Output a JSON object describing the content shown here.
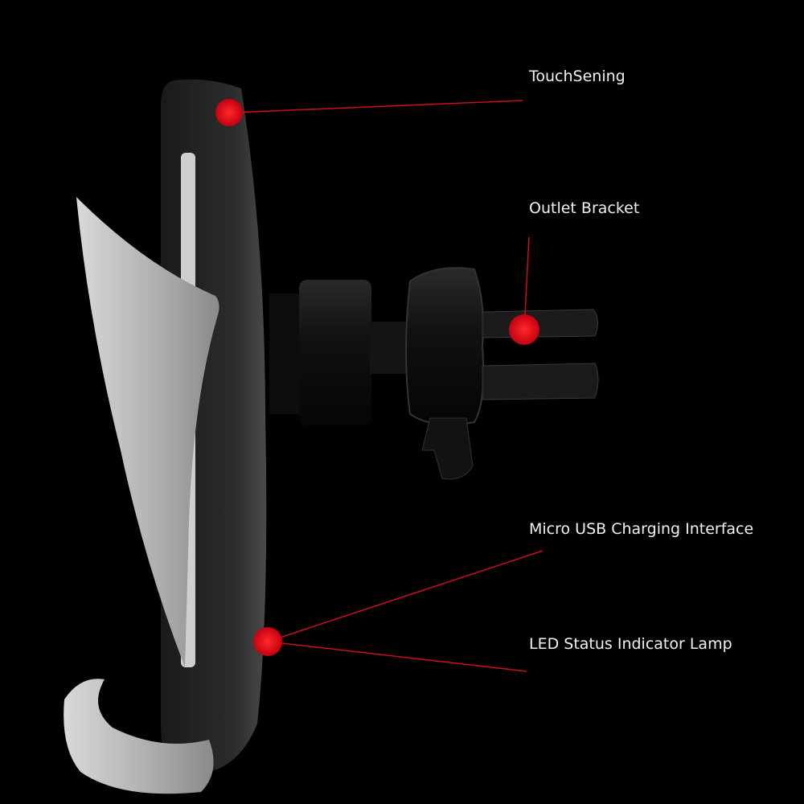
{
  "callouts": [
    {
      "id": "touch-sensing",
      "label": "TouchSening"
    },
    {
      "id": "outlet-bracket",
      "label": "Outlet Bracket"
    },
    {
      "id": "micro-usb",
      "label": "Micro USB Charging Interface"
    },
    {
      "id": "led-lamp",
      "label": "LED Status Indicator Lamp"
    }
  ],
  "colors": {
    "background": "#000000",
    "callout": "#e8101c",
    "text": "#f2f2f2"
  }
}
